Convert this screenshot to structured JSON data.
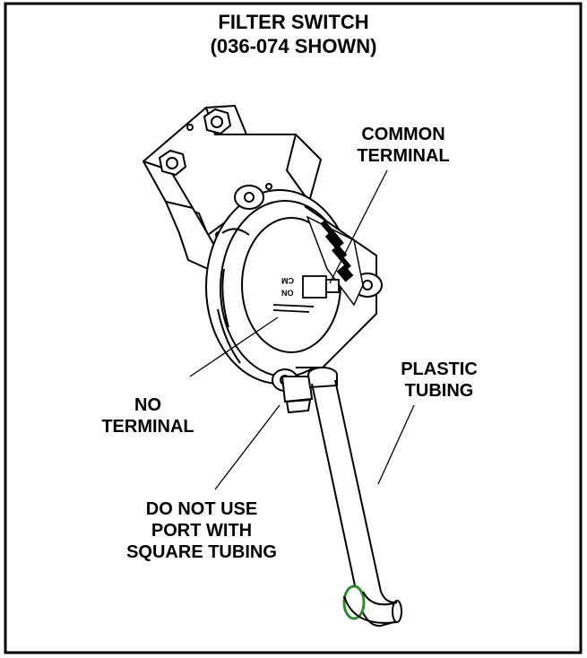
{
  "title": {
    "line1": "FILTER SWITCH",
    "line2": "(036-074 SHOWN)"
  },
  "callouts": {
    "common_terminal": {
      "line1": "COMMON",
      "line2": "TERMINAL"
    },
    "plastic_tubing": {
      "line1": "PLASTIC",
      "line2": "TUBING"
    },
    "no_terminal": {
      "line1": "NO",
      "line2": "TERMINAL"
    },
    "do_not_use": {
      "line1": "DO NOT USE",
      "line2": "PORT WITH",
      "line3": "SQUARE TUBING"
    }
  },
  "switch_markings": {
    "com": "CM",
    "no": "NO"
  },
  "colors": {
    "line": "#000000",
    "tube_end": "#2e8b2e",
    "background": "#ffffff"
  }
}
